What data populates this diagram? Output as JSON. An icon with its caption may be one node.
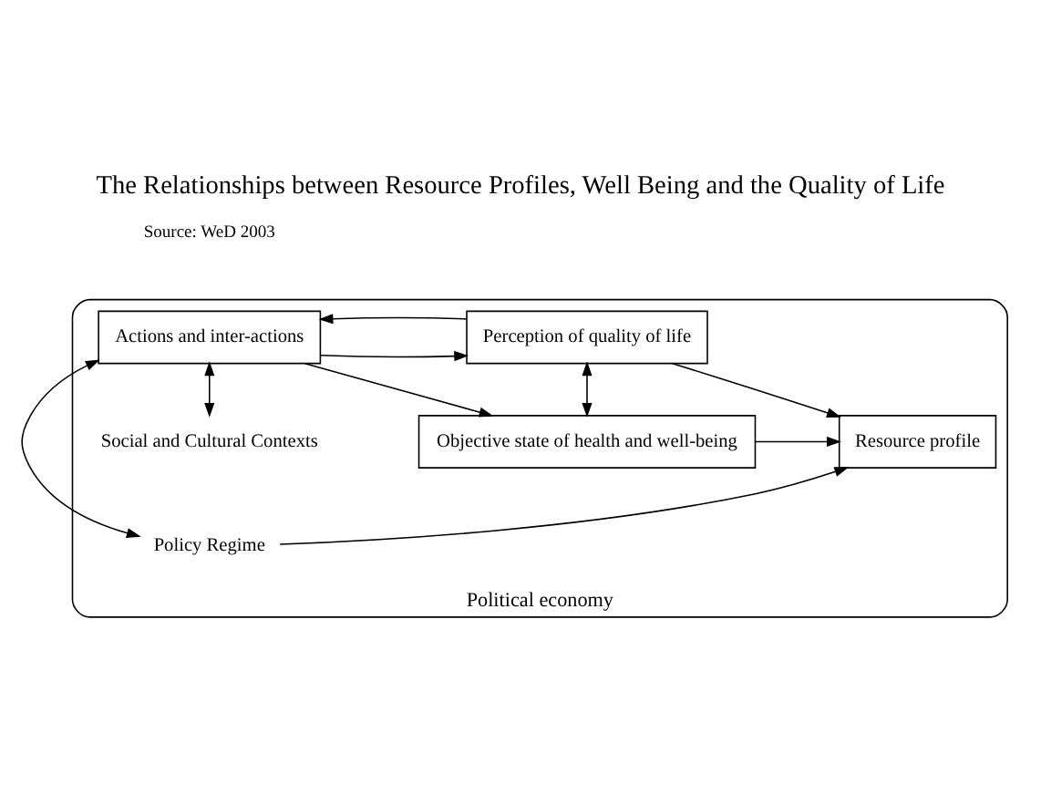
{
  "diagram": {
    "title": "The Relationships between Resource Profiles, Well Being and the Quality of Life",
    "nodes": [
      {
        "text": [
          "Political economy"
        ]
      },
      {
        "text": [
          "Social and Cultural Contexts"
        ],
        "in": 0
      },
      {
        "text": [
          "Resource profile"
        ],
        "in": 0
      },
      {
        "text": [
          "Actions and inter-actions"
        ],
        "in": 0
      },
      {
        "text": [
          "Objective state of health and well-being"
        ],
        "in": 0
      },
      {
        "text": [
          "Perception of quality of life"
        ],
        "in": 0
      },
      {
        "text": [
          "Policy Regime"
        ],
        "in": 0
      }
    ],
    "edges": [
      {
        "from": 1,
        "to": 3,
        "arrow": "both"
      },
      {
        "from": 4,
        "to": 2,
        "arrow": "to"
      },
      {
        "from": 3,
        "to": 4,
        "arrow": "to"
      },
      {
        "from": 3,
        "to": 5,
        "arrow": "to"
      },
      {
        "from": 4,
        "to": 5,
        "arrow": "both"
      },
      {
        "from": 5,
        "to": 2,
        "arrow": "to"
      },
      {
        "from": 5,
        "to": 3,
        "arrow": "to"
      },
      {
        "from": 6,
        "to": 3,
        "arrow": "both"
      },
      {
        "from": 6,
        "to": 2,
        "arrow": "to"
      }
    ],
    "labels": [
      "Source: WeD 2003"
    ]
  }
}
